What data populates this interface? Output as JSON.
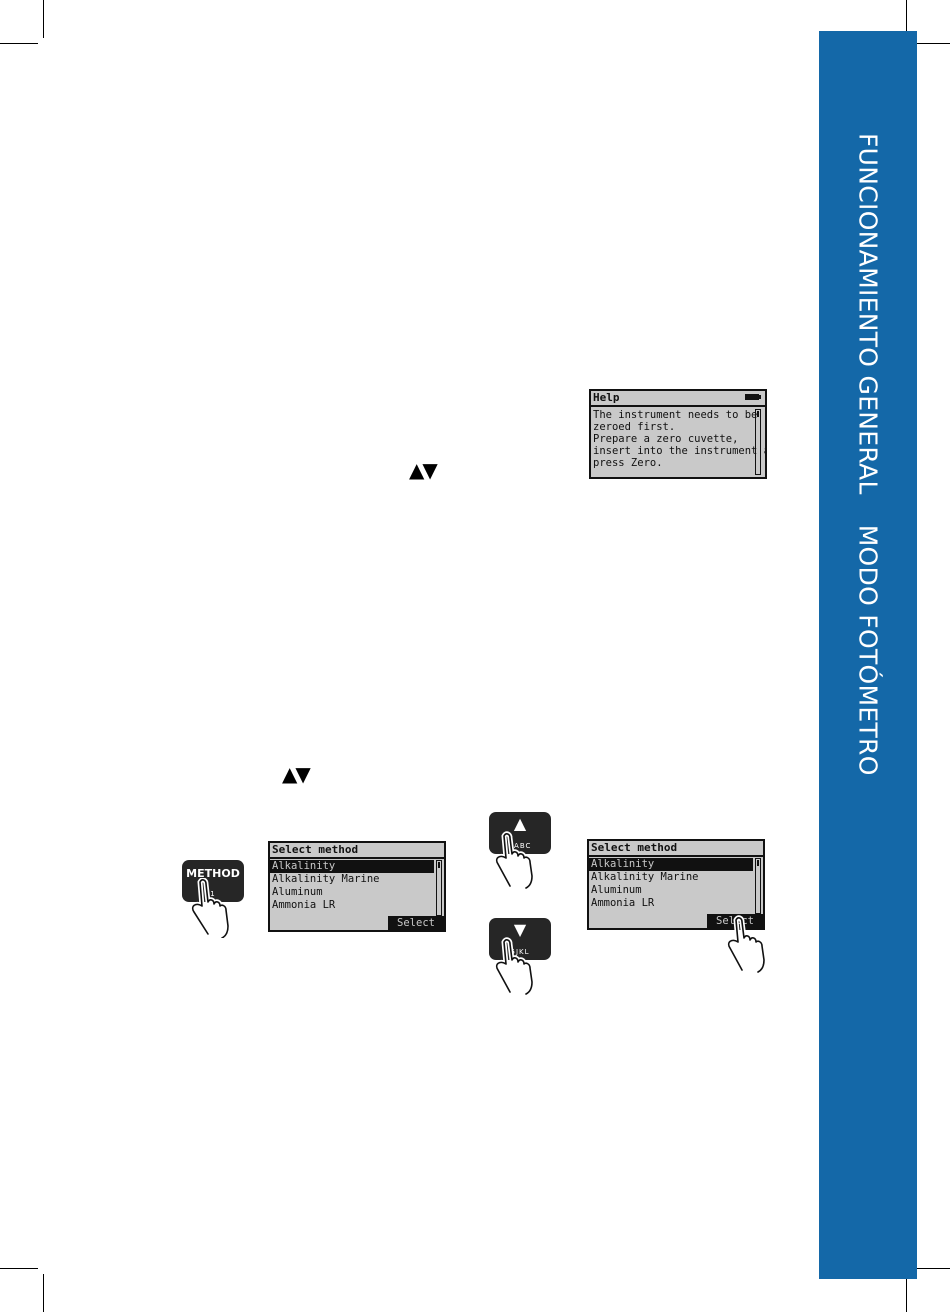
{
  "side_band": {
    "title_part1": "FUNCIONAMIENTO GENERAL",
    "title_part2": "MODO FOTÓMETRO",
    "color": "#1468a8"
  },
  "help_screen": {
    "title": "Help",
    "lines": [
      "The instrument needs to be",
      "zeroed first.",
      "Prepare a zero cuvette,",
      "insert into the instrument and",
      "press Zero."
    ]
  },
  "arrow_keys_1": "▲▼",
  "arrow_keys_2": "▲▼",
  "method_key": {
    "label": "METHOD",
    "sub": "1"
  },
  "up_key": {
    "symbol": "▲",
    "sub": "2ABC"
  },
  "down_key": {
    "symbol": "▼",
    "sub": "5JKL"
  },
  "select_screen_1": {
    "title": "Select method",
    "items": [
      "Alkalinity",
      "Alkalinity Marine",
      "Aluminum",
      "Ammonia LR"
    ],
    "softkey": "Select"
  },
  "select_screen_2": {
    "title": "Select method",
    "items": [
      "Alkalinity",
      "Alkalinity Marine",
      "Aluminum",
      "Ammonia LR"
    ],
    "softkey": "Select"
  }
}
